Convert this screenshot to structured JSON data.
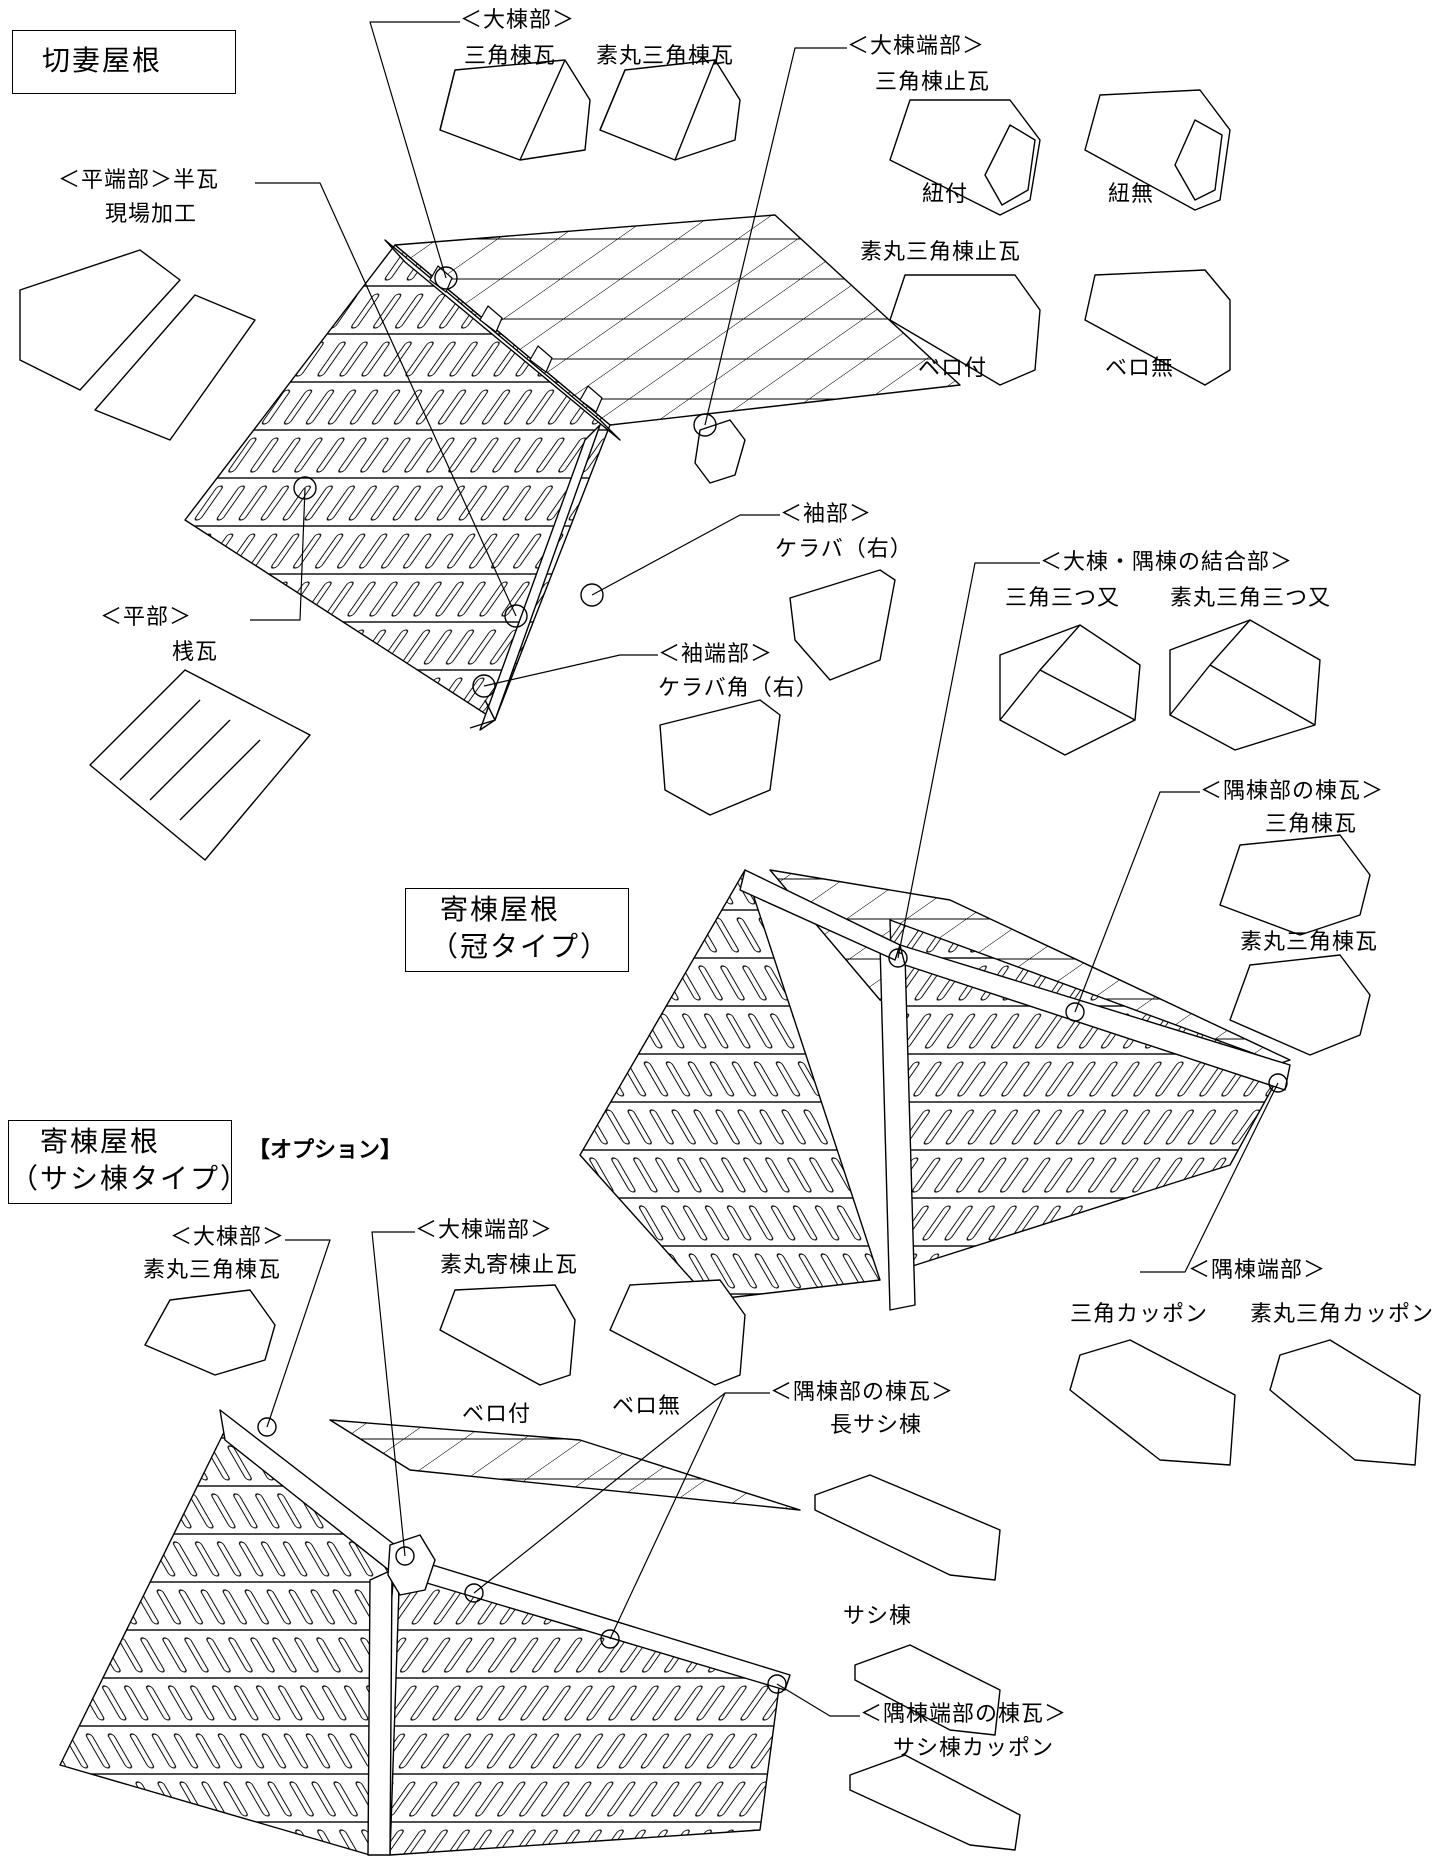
{
  "sections": {
    "gable_title": "切妻屋根",
    "hip_crown_title": [
      "寄棟屋根",
      "（冠タイプ）"
    ],
    "hip_sashi_title": [
      "寄棟屋根",
      "（サシ棟タイプ）"
    ],
    "option_tag": "【オプション】"
  },
  "gable": {
    "ridge_label": "＜大棟部＞",
    "ridge_tile_1": "三角棟瓦",
    "ridge_tile_2": "素丸三角棟瓦",
    "ridge_end_label": "＜大棟端部＞",
    "ridge_end_tile": "三角棟止瓦",
    "with_cord": "紐付",
    "without_cord": "紐無",
    "plain_end_tile": "素丸三角棟止瓦",
    "with_bero": "ベロ付",
    "without_bero": "ベロ無",
    "flat_end_label": "＜平端部＞半瓦",
    "flat_end_note": "現場加工",
    "flat_label": "＜平部＞",
    "flat_tile": "桟瓦",
    "sleeve_label": "＜袖部＞",
    "sleeve_tile": "ケラバ（右）",
    "sleeve_end_label": "＜袖端部＞",
    "sleeve_end_tile": "ケラバ角（右）"
  },
  "hip_crown": {
    "junction_label": "＜大棟・隅棟の結合部＞",
    "junction_tile_1": "三角三つ又",
    "junction_tile_2": "素丸三角三つ又",
    "hip_ridge_label": "＜隅棟部の棟瓦＞",
    "hip_ridge_tile_1": "三角棟瓦",
    "hip_ridge_tile_2": "素丸三角棟瓦",
    "hip_end_label": "＜隅棟端部＞",
    "hip_end_tile_1": "三角カッポン",
    "hip_end_tile_2": "素丸三角カッポン"
  },
  "hip_sashi": {
    "ridge_label": "＜大棟部＞",
    "ridge_tile": "素丸三角棟瓦",
    "ridge_end_label": "＜大棟端部＞",
    "ridge_end_tile": "素丸寄棟止瓦",
    "with_bero": "ベロ付",
    "without_bero": "ベロ無",
    "hip_ridge_label": "＜隅棟部の棟瓦＞",
    "long_sashi": "長サシ棟",
    "sashi": "サシ棟",
    "hip_end_label": "＜隅棟端部の棟瓦＞",
    "hip_end_tile": "サシ棟カッポン"
  }
}
